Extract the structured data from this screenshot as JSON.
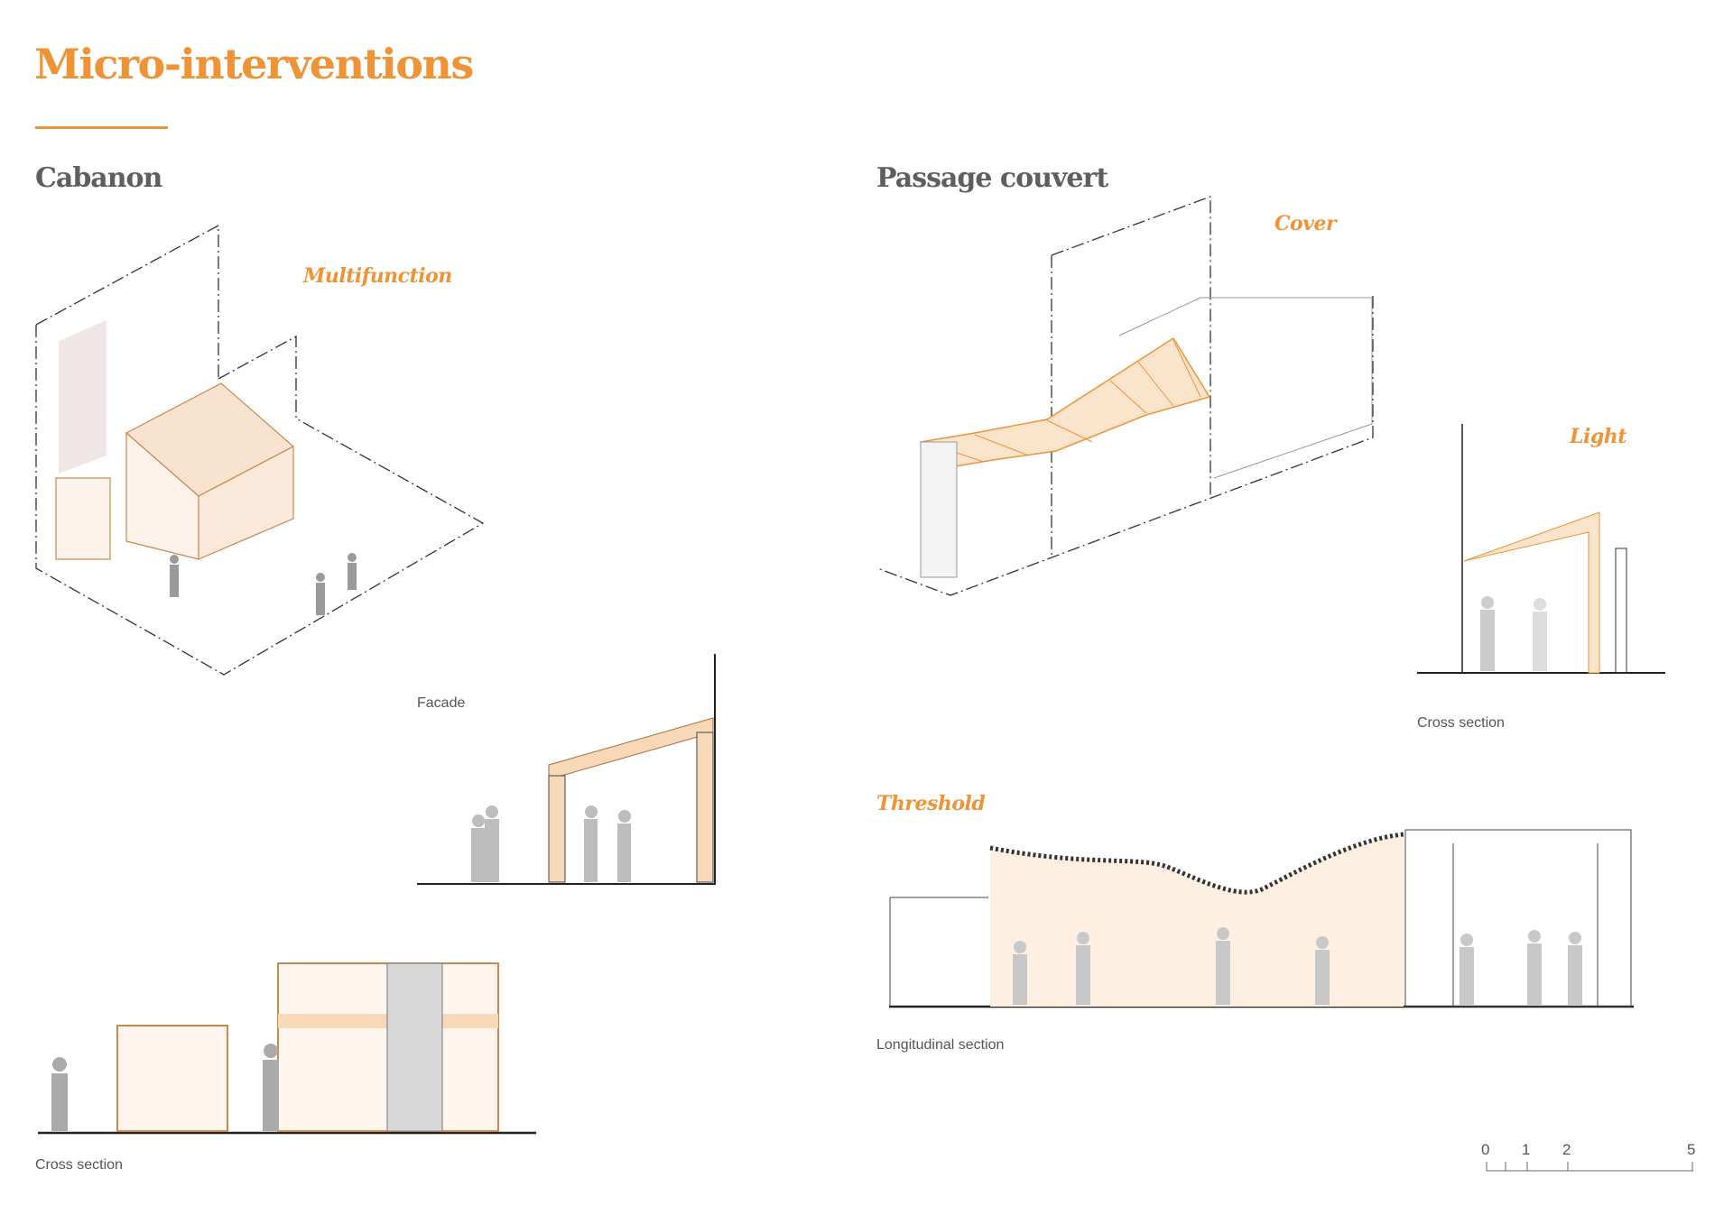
{
  "title": "Micro-interventions",
  "accent_color": "#EF9436",
  "cabanon": {
    "heading": "Cabanon",
    "tag": "Multifunction",
    "facade_caption": "Facade",
    "section_caption": "Cross section"
  },
  "passage": {
    "heading": "Passage couvert",
    "tag_cover": "Cover",
    "tag_light": "Light",
    "tag_threshold": "Threshold",
    "cross_section_caption": "Cross section",
    "longitudinal_caption": "Longitudinal section"
  },
  "scale_bar": {
    "labels": [
      "0",
      "1",
      "2",
      "5"
    ]
  }
}
